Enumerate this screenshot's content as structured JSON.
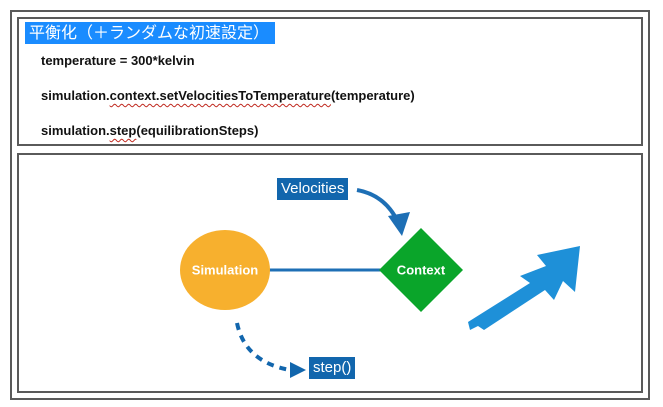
{
  "top_panel": {
    "title": "平衡化（＋ランダムな初速設定）",
    "title_bg": "#1a8cff",
    "code_lines": [
      {
        "prefix": "temperature = 300*kelvin",
        "squiggle": "",
        "suffix": ""
      },
      {
        "prefix": "simulation.",
        "squiggle": "context.setVelocitiesToTemperature",
        "suffix": "(temperature)"
      },
      {
        "prefix": "simulation.",
        "squiggle": "step",
        "suffix": "(equilibrationSteps)"
      }
    ]
  },
  "diagram": {
    "nodes": {
      "simulation": {
        "label": "Simulation",
        "shape": "ellipse",
        "color": "#f7b02e"
      },
      "context": {
        "label": "Context",
        "shape": "diamond",
        "color": "#0aa52a"
      }
    },
    "labels": {
      "velocities": "Velocities",
      "step": "step()"
    },
    "edges": [
      {
        "from": "simulation",
        "to": "context",
        "style": "solid"
      },
      {
        "from": "velocities",
        "to": "context",
        "style": "curved-arrow"
      },
      {
        "from": "simulation",
        "to": "step",
        "style": "dashed-arrow"
      }
    ],
    "accent_color": "#1266ad",
    "big_arrow_color": "#1e90d8",
    "big_arrow_icon": "arrow-up-right-icon"
  }
}
